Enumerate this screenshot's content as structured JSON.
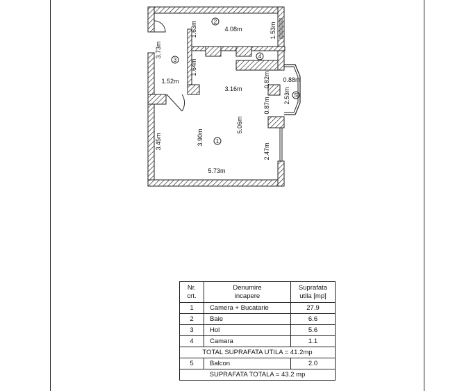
{
  "rooms": [
    {
      "nr": "1",
      "name": "Camera + Bucatarie",
      "area": "27.9"
    },
    {
      "nr": "2",
      "name": "Baie",
      "area": "6.6"
    },
    {
      "nr": "3",
      "name": "Hol",
      "area": "5.6"
    },
    {
      "nr": "4",
      "name": "Camara",
      "area": "1.1"
    }
  ],
  "balcony": {
    "nr": "5",
    "name": "Balcon",
    "area": "2.0"
  },
  "table": {
    "col1": [
      "Nr.",
      "crt."
    ],
    "col2": [
      "Denumire",
      "incapere"
    ],
    "col3": [
      "Suprafata",
      "utila [mp]"
    ],
    "total_utila": "TOTAL SUPRAFATA UTILA = 41.2mp",
    "total": "SUPRAFATA TOTALA = 43.2 mp"
  },
  "plan": {
    "room_markers": [
      "1",
      "2",
      "3",
      "4",
      "5"
    ],
    "dims": {
      "d408": "4.08m",
      "d163": "1.63m",
      "d153": "1.53m",
      "d373": "3.73m",
      "d164": "1.64m",
      "d152": "1.52m",
      "d316": "3.16m",
      "d082": "0.82m",
      "d088": "0.88m",
      "d253": "2.53m",
      "d087": "0.87m",
      "d506": "5.06m",
      "d390": "3.90m",
      "d345": "3.45m",
      "d247": "2.47m",
      "d573": "5.73m"
    }
  }
}
